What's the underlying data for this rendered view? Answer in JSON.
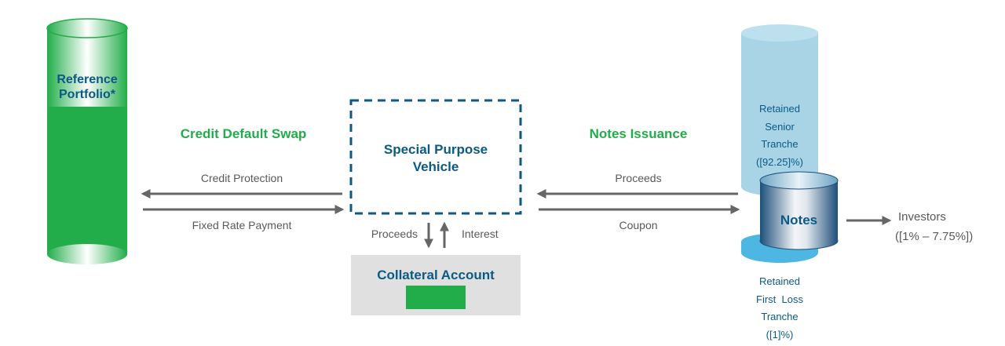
{
  "colors": {
    "green": "#22ad4a",
    "navy": "#0b5a85",
    "arrow_gray": "#666666",
    "text_gray": "#595959",
    "light_blue": "#a8d4e6",
    "sky_blue": "#4db6e3",
    "collateral_bg": "#e0e0e0"
  },
  "reference_portfolio": {
    "label_line1": "Reference",
    "label_line2": "Portfolio*"
  },
  "cds": {
    "title": "Credit Default Swap",
    "arrow_left_label": "Credit Protection",
    "arrow_right_label": "Fixed Rate Payment"
  },
  "spv": {
    "label_line1": "Special Purpose",
    "label_line2": "Vehicle"
  },
  "collateral": {
    "proceeds_label": "Proceeds",
    "interest_label": "Interest",
    "title": "Collateral Account"
  },
  "notes_issuance": {
    "title": "Notes Issuance",
    "arrow_left_label": "Proceeds",
    "arrow_right_label": "Coupon"
  },
  "senior_tranche": {
    "lines": [
      "Retained",
      "Senior",
      "Tranche",
      "([92.25]%)"
    ]
  },
  "notes": {
    "label": "Notes"
  },
  "first_loss_tranche": {
    "lines": [
      "Retained",
      "First  Loss",
      "Tranche",
      "([1]%)"
    ]
  },
  "investors": {
    "label": "Investors",
    "range": "([1% – 7.75%])"
  }
}
